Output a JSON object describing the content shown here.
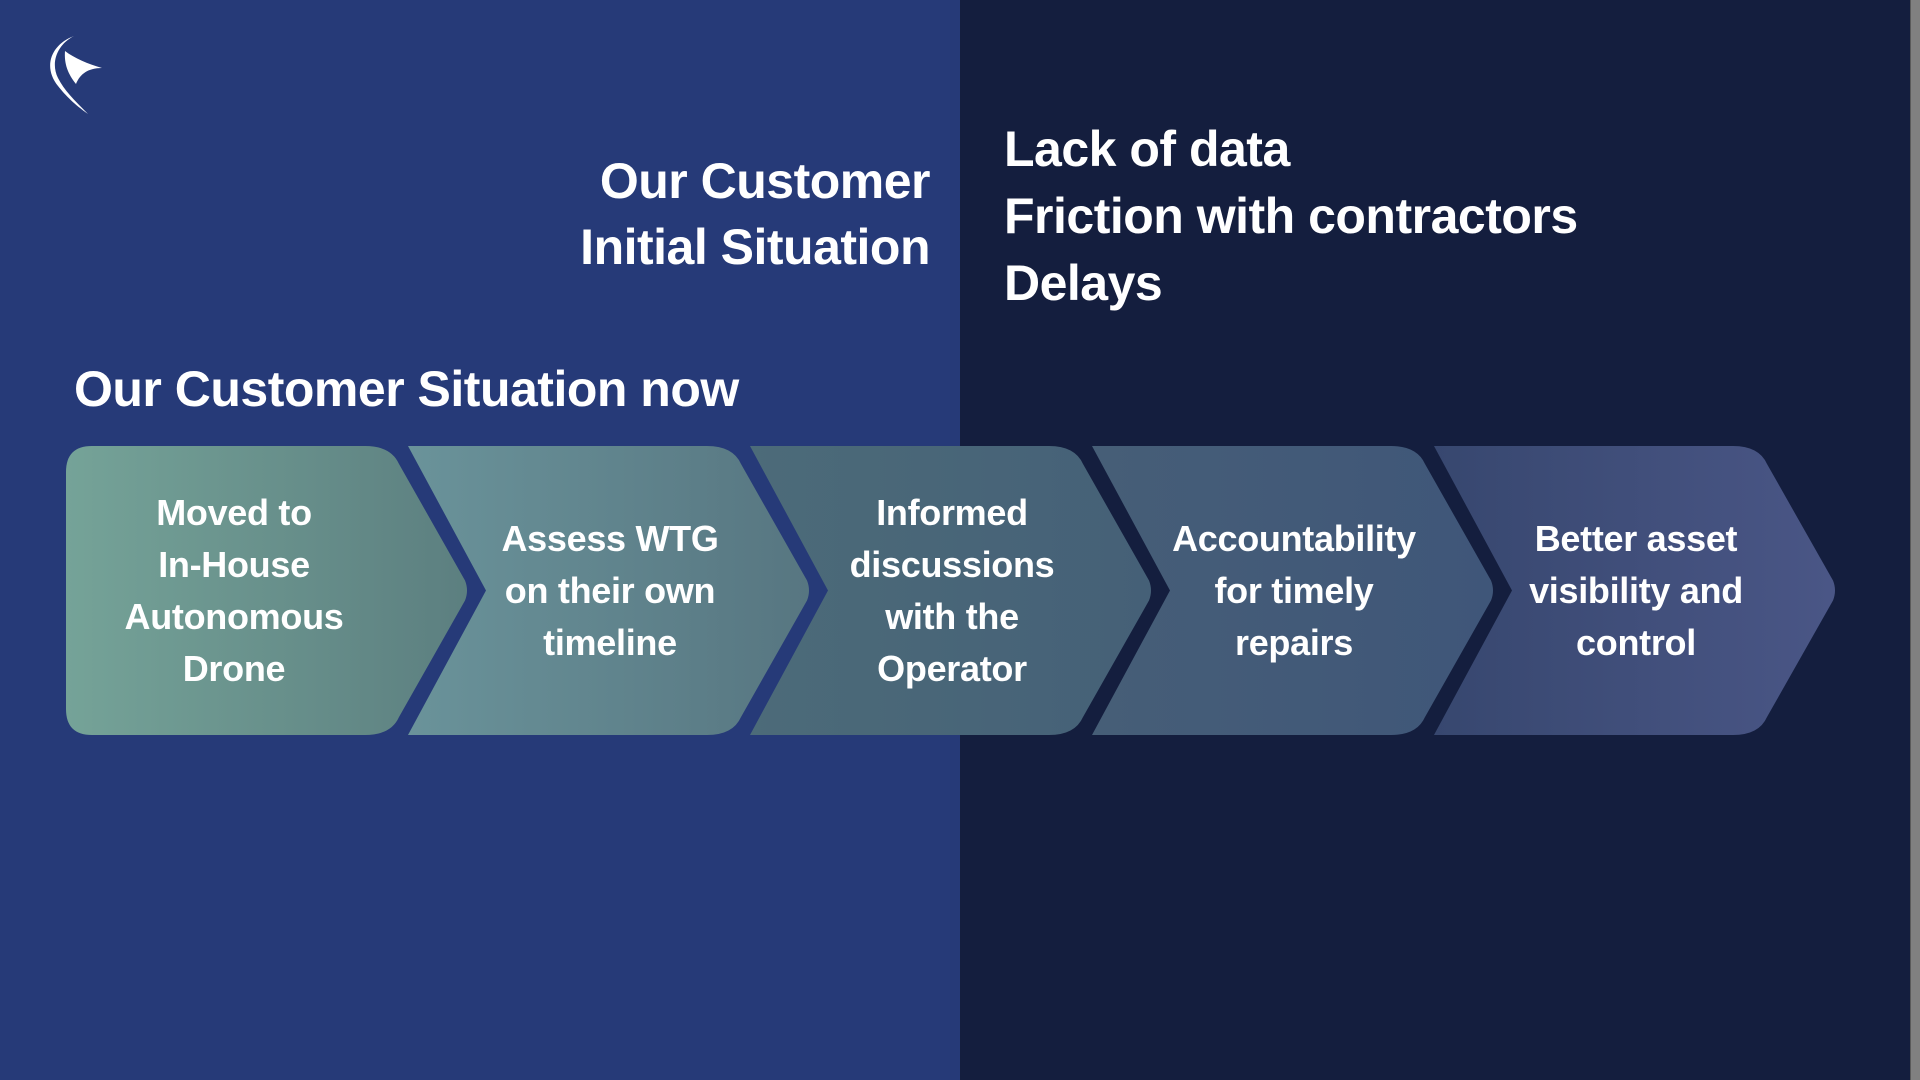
{
  "logo": {
    "icon": "bird-wing-logo",
    "color": "#ffffff"
  },
  "initial_situation": {
    "title_lines": [
      "Our Customer",
      "Initial Situation"
    ],
    "problems": [
      "Lack of data",
      "Friction with contractors",
      "Delays"
    ]
  },
  "situation_now": {
    "title": "Our Customer Situation now",
    "steps": [
      {
        "label": "Moved to In-House Autonomous Drone",
        "lines": [
          "Moved to",
          "In-House",
          "Autonomous",
          "Drone"
        ],
        "colors": [
          "#75a398",
          "#5c7f80"
        ]
      },
      {
        "label": "Assess WTG on their own timeline",
        "lines": [
          "Assess WTG",
          "on their own",
          "timeline"
        ],
        "colors": [
          "#6a939a",
          "#577681"
        ]
      },
      {
        "label": "Informed discussions with the Operator",
        "lines": [
          "Informed",
          "discussions",
          "with the",
          "Operator"
        ],
        "colors": [
          "#4c6b79",
          "#456077"
        ]
      },
      {
        "label": "Accountability for timely repairs",
        "lines": [
          "Accountability",
          "for timely",
          "repairs"
        ],
        "colors": [
          "#465e77",
          "#3f5679"
        ]
      },
      {
        "label": "Better asset visibility and control",
        "lines": [
          "Better asset",
          "visibility and",
          "control"
        ],
        "colors": [
          "#37476f",
          "#4a5686"
        ]
      }
    ]
  },
  "colors": {
    "left_bg": "#263a78",
    "right_bg": "#141e3e"
  }
}
